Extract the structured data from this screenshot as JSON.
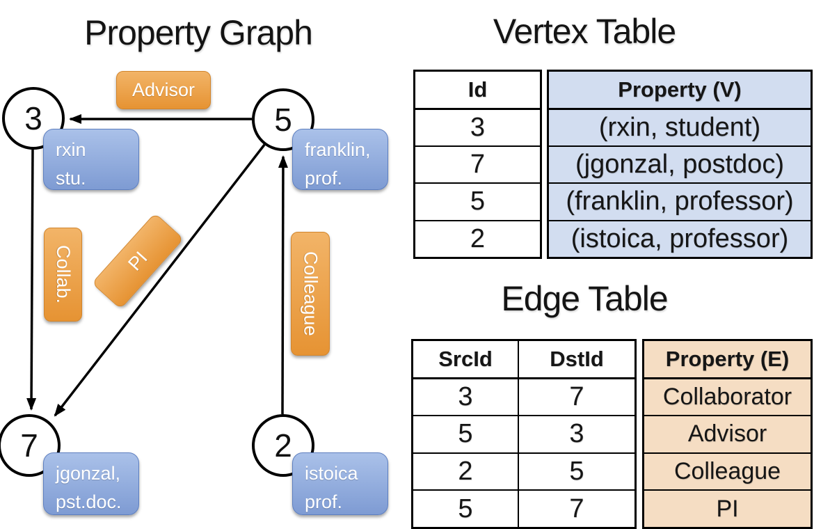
{
  "graph": {
    "title": "Property Graph",
    "nodes": [
      {
        "id": "3",
        "prop_line1": "rxin",
        "prop_line2": "stu."
      },
      {
        "id": "5",
        "prop_line1": "franklin,",
        "prop_line2": "prof."
      },
      {
        "id": "7",
        "prop_line1": "jgonzal,",
        "prop_line2": "pst.doc."
      },
      {
        "id": "2",
        "prop_line1": "istoica",
        "prop_line2": "prof."
      }
    ],
    "edge_labels": [
      {
        "label": "Advisor"
      },
      {
        "label": "Collab."
      },
      {
        "label": "PI"
      },
      {
        "label": "Colleague"
      }
    ]
  },
  "vertex_table": {
    "title": "Vertex Table",
    "columns": {
      "id": "Id",
      "property": "Property (V)"
    },
    "rows": [
      {
        "id": "3",
        "property": "(rxin, student)"
      },
      {
        "id": "7",
        "property": "(jgonzal, postdoc)"
      },
      {
        "id": "5",
        "property": "(franklin, professor)"
      },
      {
        "id": "2",
        "property": "(istoica, professor)"
      }
    ]
  },
  "edge_table": {
    "title": "Edge Table",
    "columns": {
      "src": "SrcId",
      "dst": "DstId",
      "property": "Property (E)"
    },
    "rows": [
      {
        "src": "3",
        "dst": "7",
        "property": "Collaborator"
      },
      {
        "src": "5",
        "dst": "3",
        "property": "Advisor"
      },
      {
        "src": "2",
        "dst": "5",
        "property": "Colleague"
      },
      {
        "src": "5",
        "dst": "7",
        "property": "PI"
      }
    ]
  },
  "colors": {
    "edge_label_fill_top": "#f2b468",
    "edge_label_fill_bottom": "#e69333",
    "vertex_prop_fill_top": "#aac1e9",
    "vertex_prop_fill_bottom": "#7e9bd3",
    "vertex_table_fill": "#d2ddf0",
    "edge_table_fill": "#f5ddc3",
    "line_color": "#000000"
  }
}
